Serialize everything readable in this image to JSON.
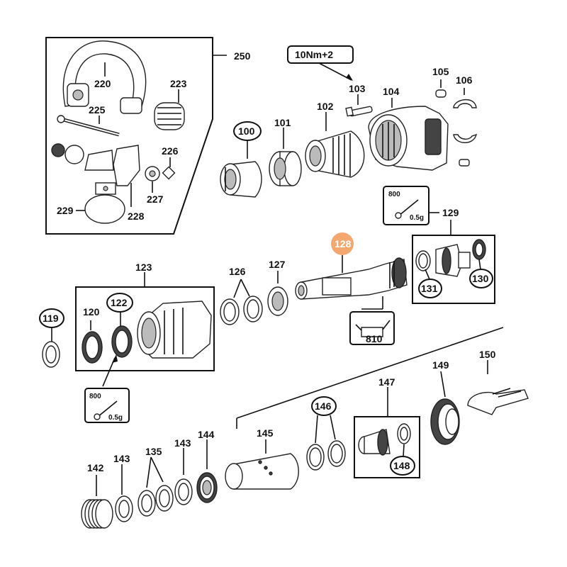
{
  "diagram": {
    "torque_note": "10Nm+2",
    "lube": [
      {
        "id": "lube-129",
        "qty": "800",
        "weight": "0.5g"
      },
      {
        "id": "lube-122",
        "qty": "800",
        "weight": "0.5g"
      }
    ],
    "labels": {
      "l250": "250",
      "l220": "220",
      "l223": "223",
      "l225": "225",
      "l226": "226",
      "l227": "227",
      "l228": "228",
      "l229": "229",
      "l103": "103",
      "l104": "104",
      "l105": "105",
      "l106": "106",
      "l100": "100",
      "l101": "101",
      "l102": "102",
      "l129": "129",
      "l131": "131",
      "l130": "130",
      "l128": "128",
      "l127": "127",
      "l126": "126",
      "l123": "123",
      "l119": "119",
      "l120": "120",
      "l122": "122",
      "l810": "810",
      "l147": "147",
      "l146": "146",
      "l149": "149",
      "l150": "150",
      "l148": "148",
      "l142": "142",
      "l143a": "143",
      "l135": "135",
      "l143b": "143",
      "l144": "144",
      "l145": "145"
    },
    "highlight_color": "#f4a870"
  }
}
